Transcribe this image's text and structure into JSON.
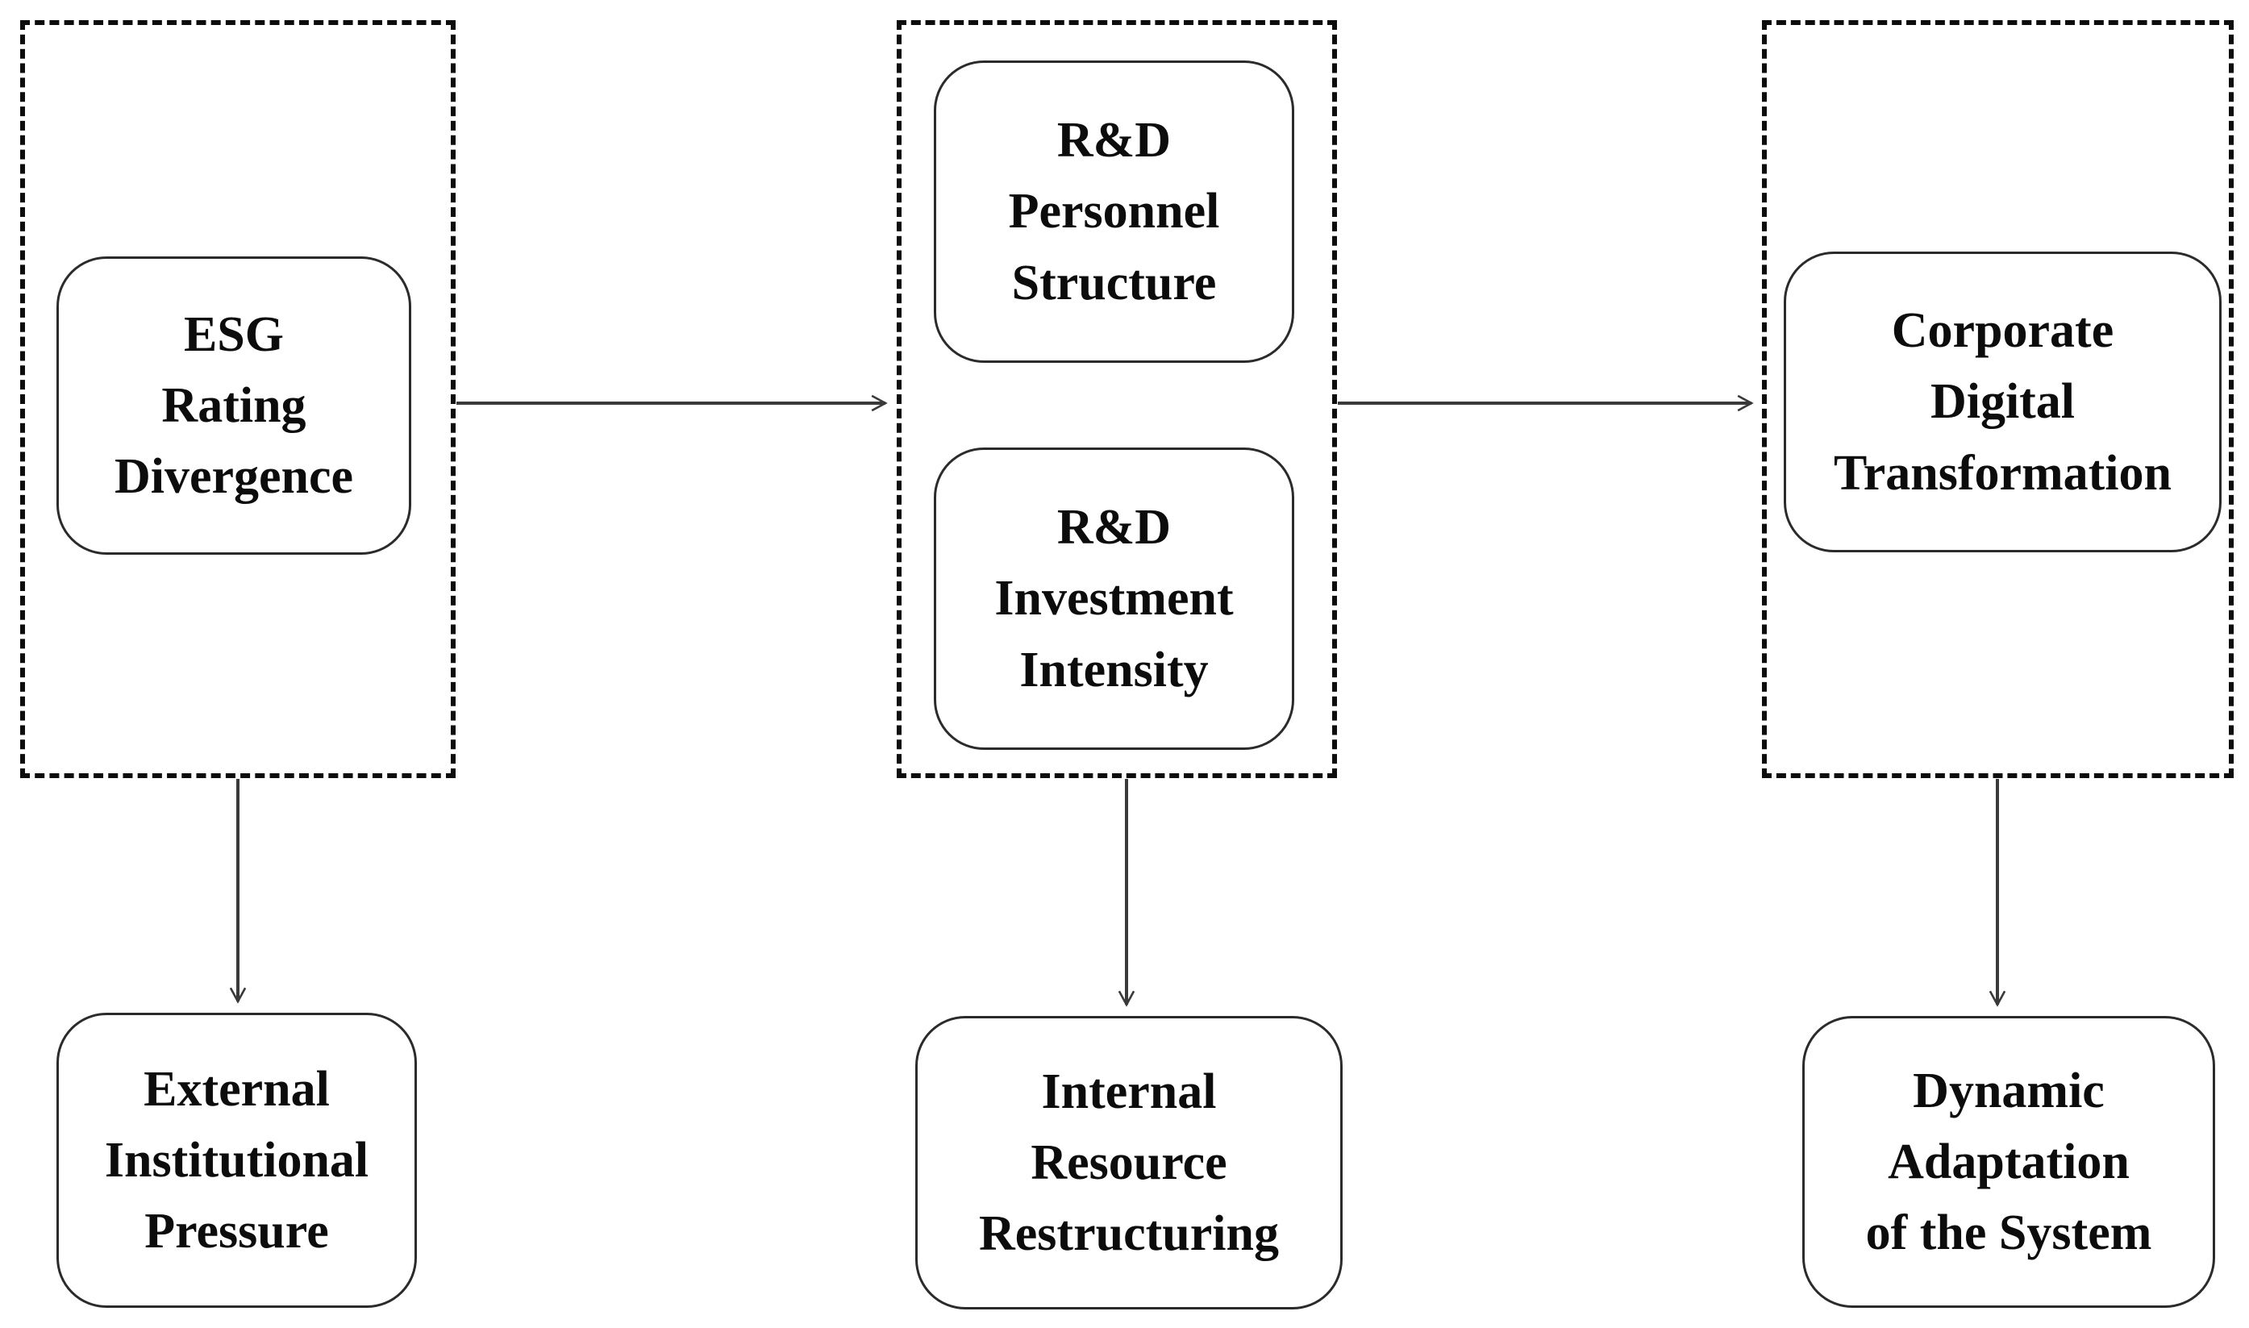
{
  "diagram": {
    "background_color": "#ffffff",
    "dashed_border_color": "#0d0d0d",
    "node_border_color": "#2b2b2b",
    "arrow_color": "#3a3a3a",
    "text_color": "#0c0c0c",
    "nodes": {
      "esg": {
        "label": "ESG\nRating\nDivergence"
      },
      "rd_personnel": {
        "label": "R&D\nPersonnel\nStructure"
      },
      "rd_investment": {
        "label": "R&D\nInvestment\nIntensity"
      },
      "cdt": {
        "label": "Corporate\nDigital\nTransformation"
      },
      "external_pressure": {
        "label": "External\nInstitutional\nPressure"
      },
      "internal_restructuring": {
        "label": "Internal\nResource\nRestructuring"
      },
      "dynamic_adaptation": {
        "label": "Dynamic\nAdaptation\nof the System"
      }
    },
    "groups": [
      {
        "id": "esg-divergence-group",
        "contains": [
          "esg"
        ]
      },
      {
        "id": "rd-mediators-group",
        "contains": [
          "rd_personnel",
          "rd_investment"
        ]
      },
      {
        "id": "digital-transformation-group",
        "contains": [
          "cdt"
        ]
      }
    ],
    "edges": [
      {
        "from": "esg-divergence-group",
        "to": "rd-mediators-group",
        "direction": "right"
      },
      {
        "from": "rd-mediators-group",
        "to": "digital-transformation-group",
        "direction": "right"
      },
      {
        "from": "esg-divergence-group",
        "to": "external_pressure",
        "direction": "down"
      },
      {
        "from": "rd-mediators-group",
        "to": "internal_restructuring",
        "direction": "down"
      },
      {
        "from": "digital-transformation-group",
        "to": "dynamic_adaptation",
        "direction": "down"
      }
    ]
  }
}
